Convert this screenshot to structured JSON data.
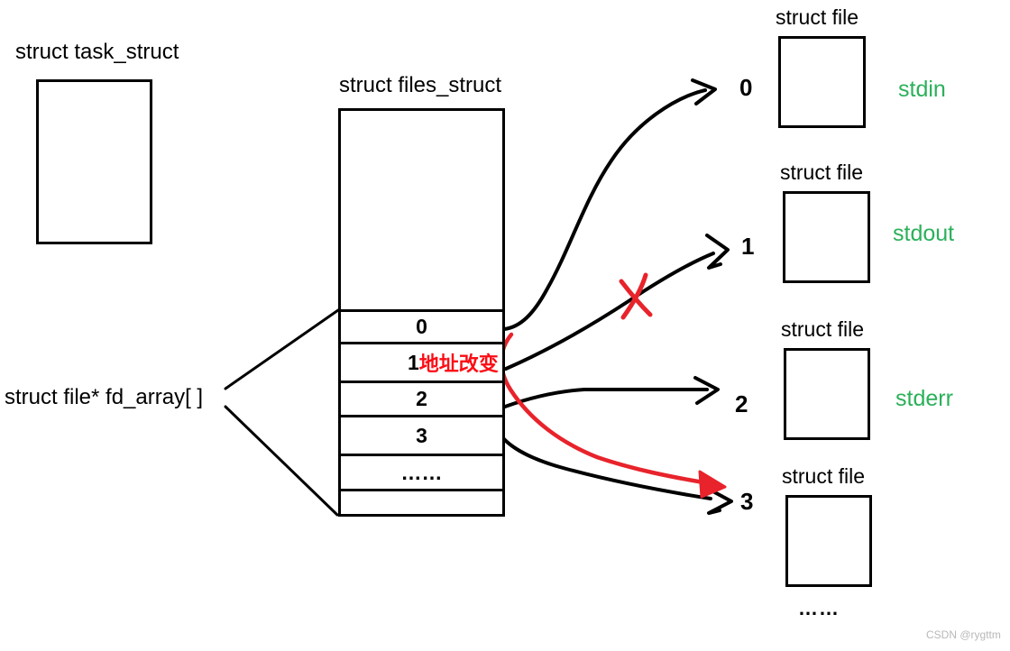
{
  "colors": {
    "line_black": "#000000",
    "red_stroke": "#e8232b",
    "red_text": "#fb0d15",
    "green_label": "#2bb05a",
    "watermark_gray": "#b8b8b8"
  },
  "task_struct": {
    "label": "struct task_struct"
  },
  "files_struct": {
    "label": "struct files_struct"
  },
  "fd_array": {
    "label": "struct file* fd_array[ ]"
  },
  "fd_table": {
    "rows": [
      {
        "label": "0"
      },
      {
        "label": "1",
        "note": "地址改变"
      },
      {
        "label": "2"
      },
      {
        "label": "3"
      },
      {
        "label": "……"
      },
      {
        "label": ""
      }
    ]
  },
  "file_boxes": [
    {
      "title": "struct file",
      "fd": "0",
      "stream": "stdin"
    },
    {
      "title": "struct file",
      "fd": "1",
      "stream": "stdout"
    },
    {
      "title": "struct file",
      "fd": "2",
      "stream": "stderr"
    },
    {
      "title": "struct file",
      "fd": "3",
      "stream": ""
    }
  ],
  "ellipsis_bottom": "……",
  "watermark": "CSDN @rygttm"
}
